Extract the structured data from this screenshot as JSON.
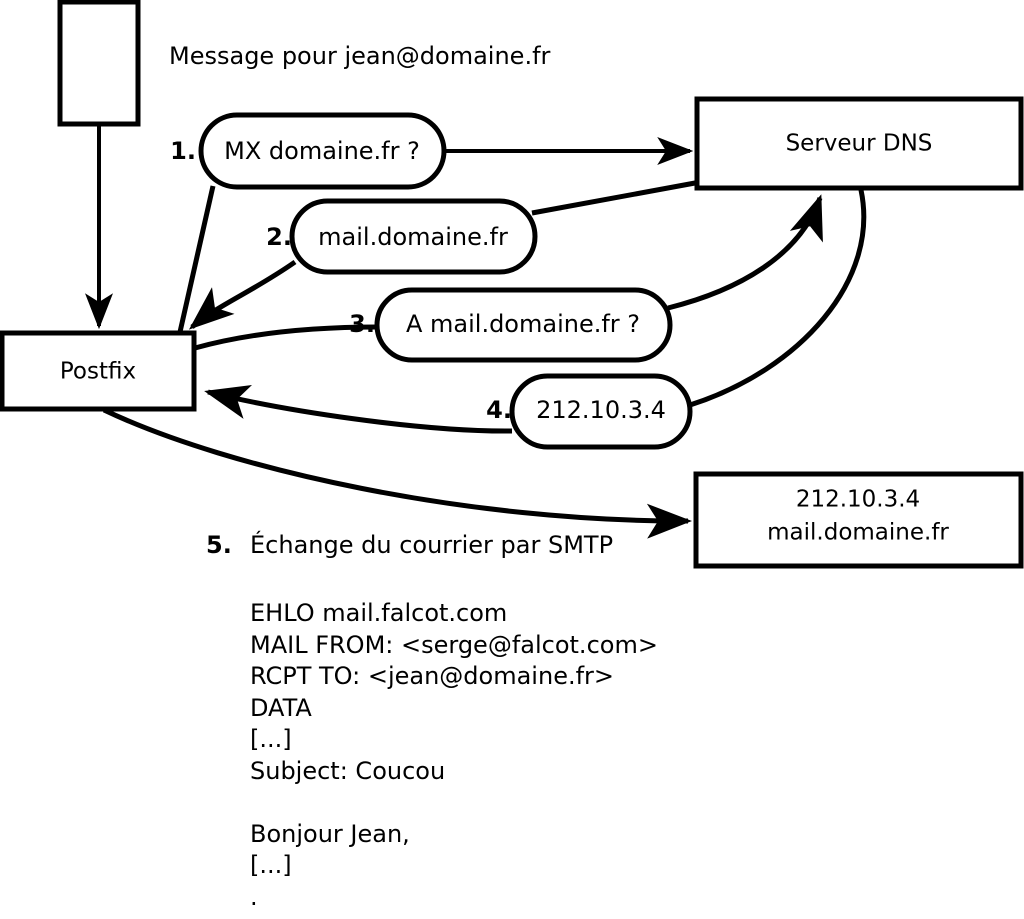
{
  "header": {
    "caption": "Message pour jean@domaine.fr"
  },
  "nodes": {
    "source": {
      "label": ""
    },
    "postfix": {
      "label": "Postfix"
    },
    "dns": {
      "label": "Serveur DNS"
    },
    "mailserver": {
      "line1": "212.10.3.4",
      "line2": "mail.domaine.fr"
    }
  },
  "steps": [
    {
      "num": "1.",
      "label": "MX domaine.fr ?"
    },
    {
      "num": "2.",
      "label": "mail.domaine.fr"
    },
    {
      "num": "3.",
      "label": "A mail.domaine.fr ?"
    },
    {
      "num": "4.",
      "label": "212.10.3.4"
    }
  ],
  "step5": {
    "num": "5.",
    "label": "Échange du courrier par SMTP"
  },
  "smtp_transcript": [
    "EHLO mail.falcot.com",
    "MAIL FROM: <serge@falcot.com>",
    "RCPT TO: <jean@domaine.fr>",
    "DATA",
    "[...]",
    "Subject: Coucou",
    "",
    "Bonjour Jean,",
    "[...]",
    "."
  ],
  "colors": {
    "stroke": "#000000",
    "fill": "#ffffff",
    "text": "#000000"
  }
}
